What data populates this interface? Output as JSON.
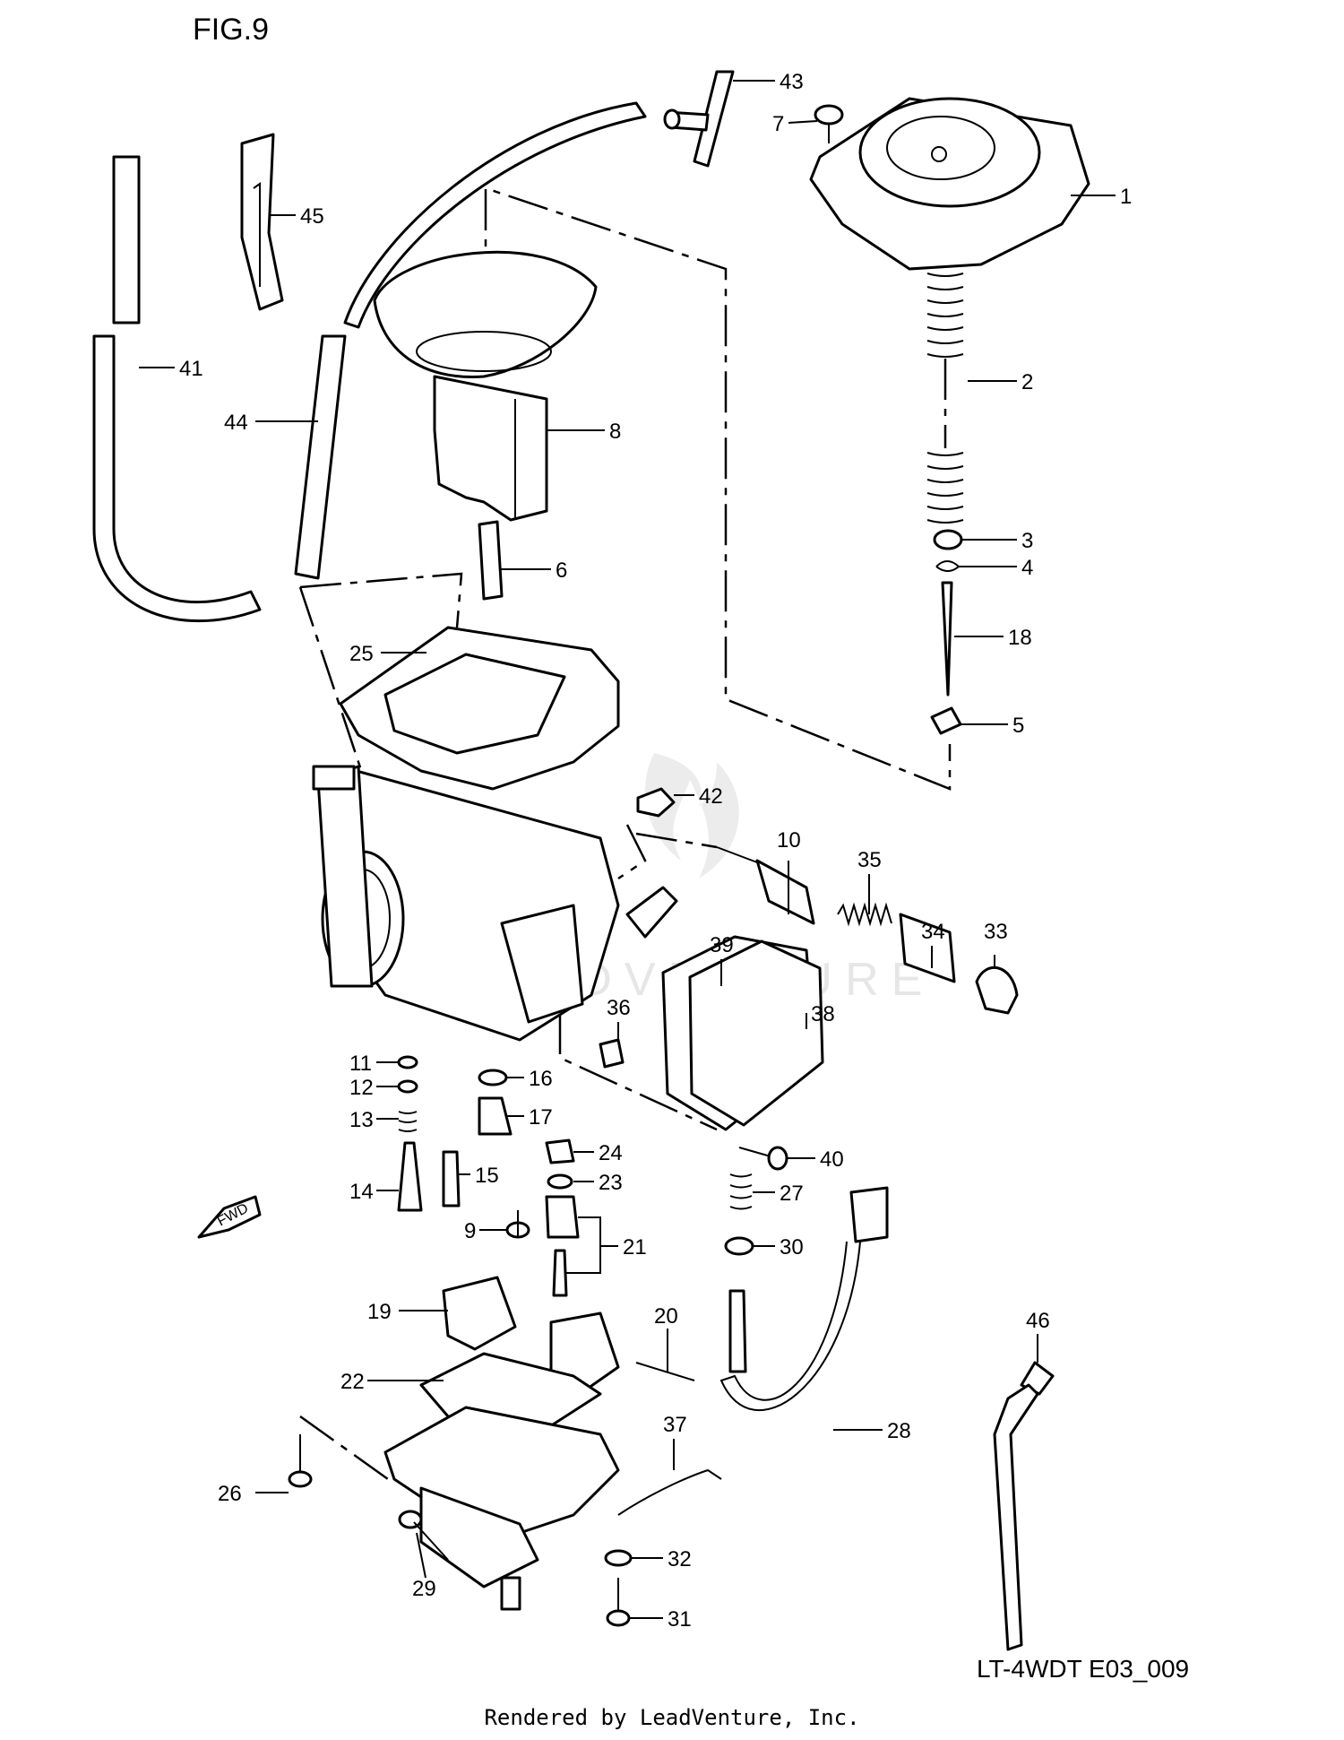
{
  "figure_title": "FIG.9",
  "diagram_code": "LT-4WDT E03_009",
  "credit": "Rendered by LeadVenture, Inc.",
  "watermark": "LEADVENTURE",
  "fwd_label": "FWD",
  "callouts": [
    "1",
    "2",
    "3",
    "4",
    "5",
    "6",
    "7",
    "8",
    "9",
    "10",
    "11",
    "12",
    "13",
    "14",
    "15",
    "16",
    "17",
    "18",
    "19",
    "20",
    "21",
    "22",
    "23",
    "24",
    "25",
    "26",
    "27",
    "28",
    "29",
    "30",
    "31",
    "32",
    "33",
    "34",
    "35",
    "36",
    "37",
    "38",
    "39",
    "40",
    "41",
    "42",
    "43",
    "44",
    "45",
    "46"
  ]
}
